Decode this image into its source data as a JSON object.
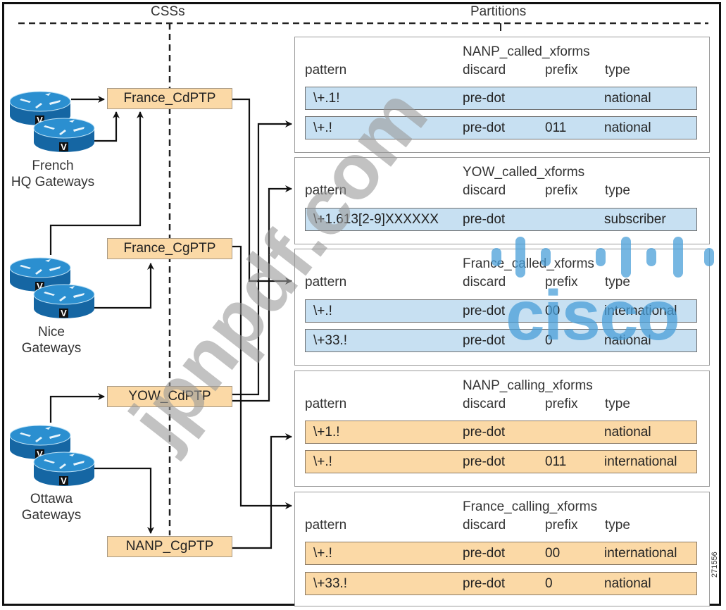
{
  "sections": {
    "left": "CSSs",
    "right": "Partitions"
  },
  "gateways": [
    {
      "id": "french-hq",
      "label_lines": [
        "French",
        "HQ Gateways"
      ]
    },
    {
      "id": "nice",
      "label_lines": [
        "Nice",
        "Gateways"
      ]
    },
    {
      "id": "ottawa",
      "label_lines": [
        "Ottawa",
        "Gateways"
      ]
    }
  ],
  "router_badge": "V",
  "css_boxes": [
    {
      "id": "france-cdptp",
      "label": "France_CdPTP"
    },
    {
      "id": "france-cgptp",
      "label": "France_CgPTP"
    },
    {
      "id": "yow-cdptp",
      "label": "YOW_CdPTP"
    },
    {
      "id": "nanp-cgptp",
      "label": "NANP_CgPTP"
    }
  ],
  "column_headers": {
    "pattern": "pattern",
    "discard": "discard",
    "prefix": "prefix",
    "type": "type"
  },
  "partitions": [
    {
      "id": "nanp-called",
      "title": "NANP_called_xforms",
      "kind": "called",
      "rows": [
        {
          "pattern": "\\+.1!",
          "discard": "pre-dot",
          "prefix": "",
          "type": "national"
        },
        {
          "pattern": "\\+.!",
          "discard": "pre-dot",
          "prefix": "011",
          "type": "national"
        }
      ]
    },
    {
      "id": "yow-called",
      "title": "YOW_called_xforms",
      "kind": "called",
      "rows": [
        {
          "pattern": "\\+1.613[2-9]XXXXXX",
          "discard": "pre-dot",
          "prefix": "",
          "type": "subscriber"
        }
      ]
    },
    {
      "id": "france-called",
      "title": "France_called_xforms",
      "kind": "called",
      "rows": [
        {
          "pattern": "\\+.!",
          "discard": "pre-dot",
          "prefix": "00",
          "type": "international"
        },
        {
          "pattern": "\\+33.!",
          "discard": "pre-dot",
          "prefix": "0",
          "type": "national"
        }
      ]
    },
    {
      "id": "nanp-calling",
      "title": "NANP_calling_xforms",
      "kind": "calling",
      "rows": [
        {
          "pattern": "\\+1.!",
          "discard": "pre-dot",
          "prefix": "",
          "type": "national"
        },
        {
          "pattern": "\\+.!",
          "discard": "pre-dot",
          "prefix": "011",
          "type": "international"
        }
      ]
    },
    {
      "id": "france-calling",
      "title": "France_calling_xforms",
      "kind": "calling",
      "rows": [
        {
          "pattern": "\\+.!",
          "discard": "pre-dot",
          "prefix": "00",
          "type": "international"
        },
        {
          "pattern": "\\+33.!",
          "discard": "pre-dot",
          "prefix": "0",
          "type": "national"
        }
      ]
    }
  ],
  "figure_id": "271556",
  "watermarks": {
    "site": "jpnpdf.com",
    "brand": "cisco"
  },
  "colors": {
    "called_row": "#c7e0f2",
    "calling_row": "#fbd9a6",
    "css_box": "#fbd9a6",
    "router": "#1f78b4",
    "watermark_brand": "#4a9fd8"
  }
}
